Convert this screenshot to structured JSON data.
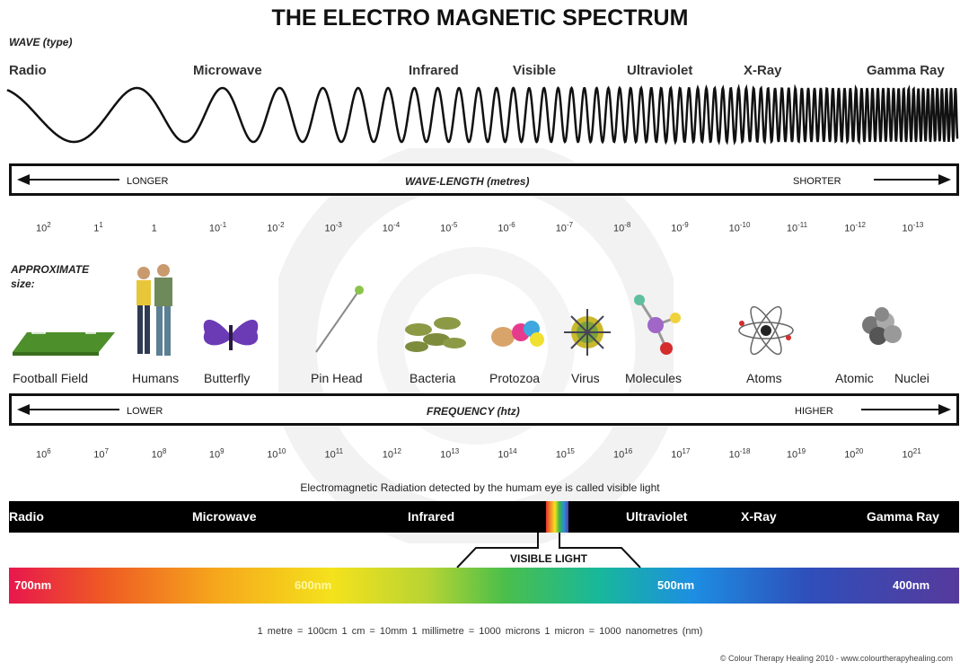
{
  "title": "THE ELECTRO MAGNETIC SPECTRUM",
  "wave_type_heading": "WAVE (type)",
  "wave_types": [
    "Radio",
    "Microwave",
    "Infrared",
    "Visible",
    "Ultraviolet",
    "X-Ray",
    "Gamma Ray"
  ],
  "wavelength_bar": {
    "left": "LONGER",
    "center": "WAVE-LENGTH (metres)",
    "right": "SHORTER"
  },
  "wavelength_ticks": [
    {
      "b": "10",
      "e": "2"
    },
    {
      "b": "1",
      "e": "1"
    },
    {
      "b": "1",
      "e": ""
    },
    {
      "b": "10",
      "e": "-1"
    },
    {
      "b": "10",
      "e": "-2"
    },
    {
      "b": "10",
      "e": "-3"
    },
    {
      "b": "10",
      "e": "-4"
    },
    {
      "b": "10",
      "e": "-5"
    },
    {
      "b": "10",
      "e": "-6"
    },
    {
      "b": "10",
      "e": "-7"
    },
    {
      "b": "10",
      "e": "-8"
    },
    {
      "b": "10",
      "e": "-9"
    },
    {
      "b": "10",
      "e": "-10"
    },
    {
      "b": "10",
      "e": "-11"
    },
    {
      "b": "10",
      "e": "-12"
    },
    {
      "b": "10",
      "e": "-13"
    }
  ],
  "approx_heading_1": "APPROXIMATE",
  "approx_heading_2": "size:",
  "size_labels": [
    "Football Field",
    "Humans",
    "Butterfly",
    "Pin Head",
    "Bacteria",
    "Protozoa",
    "Virus",
    "Molecules",
    "Atoms",
    "Atomic",
    "Nuclei"
  ],
  "frequency_bar": {
    "left": "LOWER",
    "center": "FREQUENCY (htz)",
    "right": "HIGHER"
  },
  "frequency_ticks": [
    {
      "b": "10",
      "e": "6"
    },
    {
      "b": "10",
      "e": "7"
    },
    {
      "b": "10",
      "e": "8"
    },
    {
      "b": "10",
      "e": "9"
    },
    {
      "b": "10",
      "e": "10"
    },
    {
      "b": "10",
      "e": "11"
    },
    {
      "b": "10",
      "e": "12"
    },
    {
      "b": "10",
      "e": "13"
    },
    {
      "b": "10",
      "e": "14"
    },
    {
      "b": "10",
      "e": "15"
    },
    {
      "b": "10",
      "e": "16"
    },
    {
      "b": "10",
      "e": "17"
    },
    {
      "b": "10",
      "e": "-18"
    },
    {
      "b": "10",
      "e": "19"
    },
    {
      "b": "10",
      "e": "20"
    },
    {
      "b": "10",
      "e": "21"
    }
  ],
  "visible_note": "Electromagnetic Radiation detected by the humam eye is called visible light",
  "band_labels": [
    "Radio",
    "Microwave",
    "Infrared",
    "Ultraviolet",
    "X-Ray",
    "Gamma Ray"
  ],
  "visible_light_label": "VISIBLE  LIGHT",
  "spectrum_labels": [
    "700nm",
    "600nm",
    "500nm",
    "400nm"
  ],
  "conversions": "1 metre = 100cm   1 cm = 10mm   1 millimetre = 1000 microns    1 micron = 1000 nanometres (nm)",
  "copyright": "© Colour Therapy Healing 2010 - www.colourtherapyhealing.com"
}
